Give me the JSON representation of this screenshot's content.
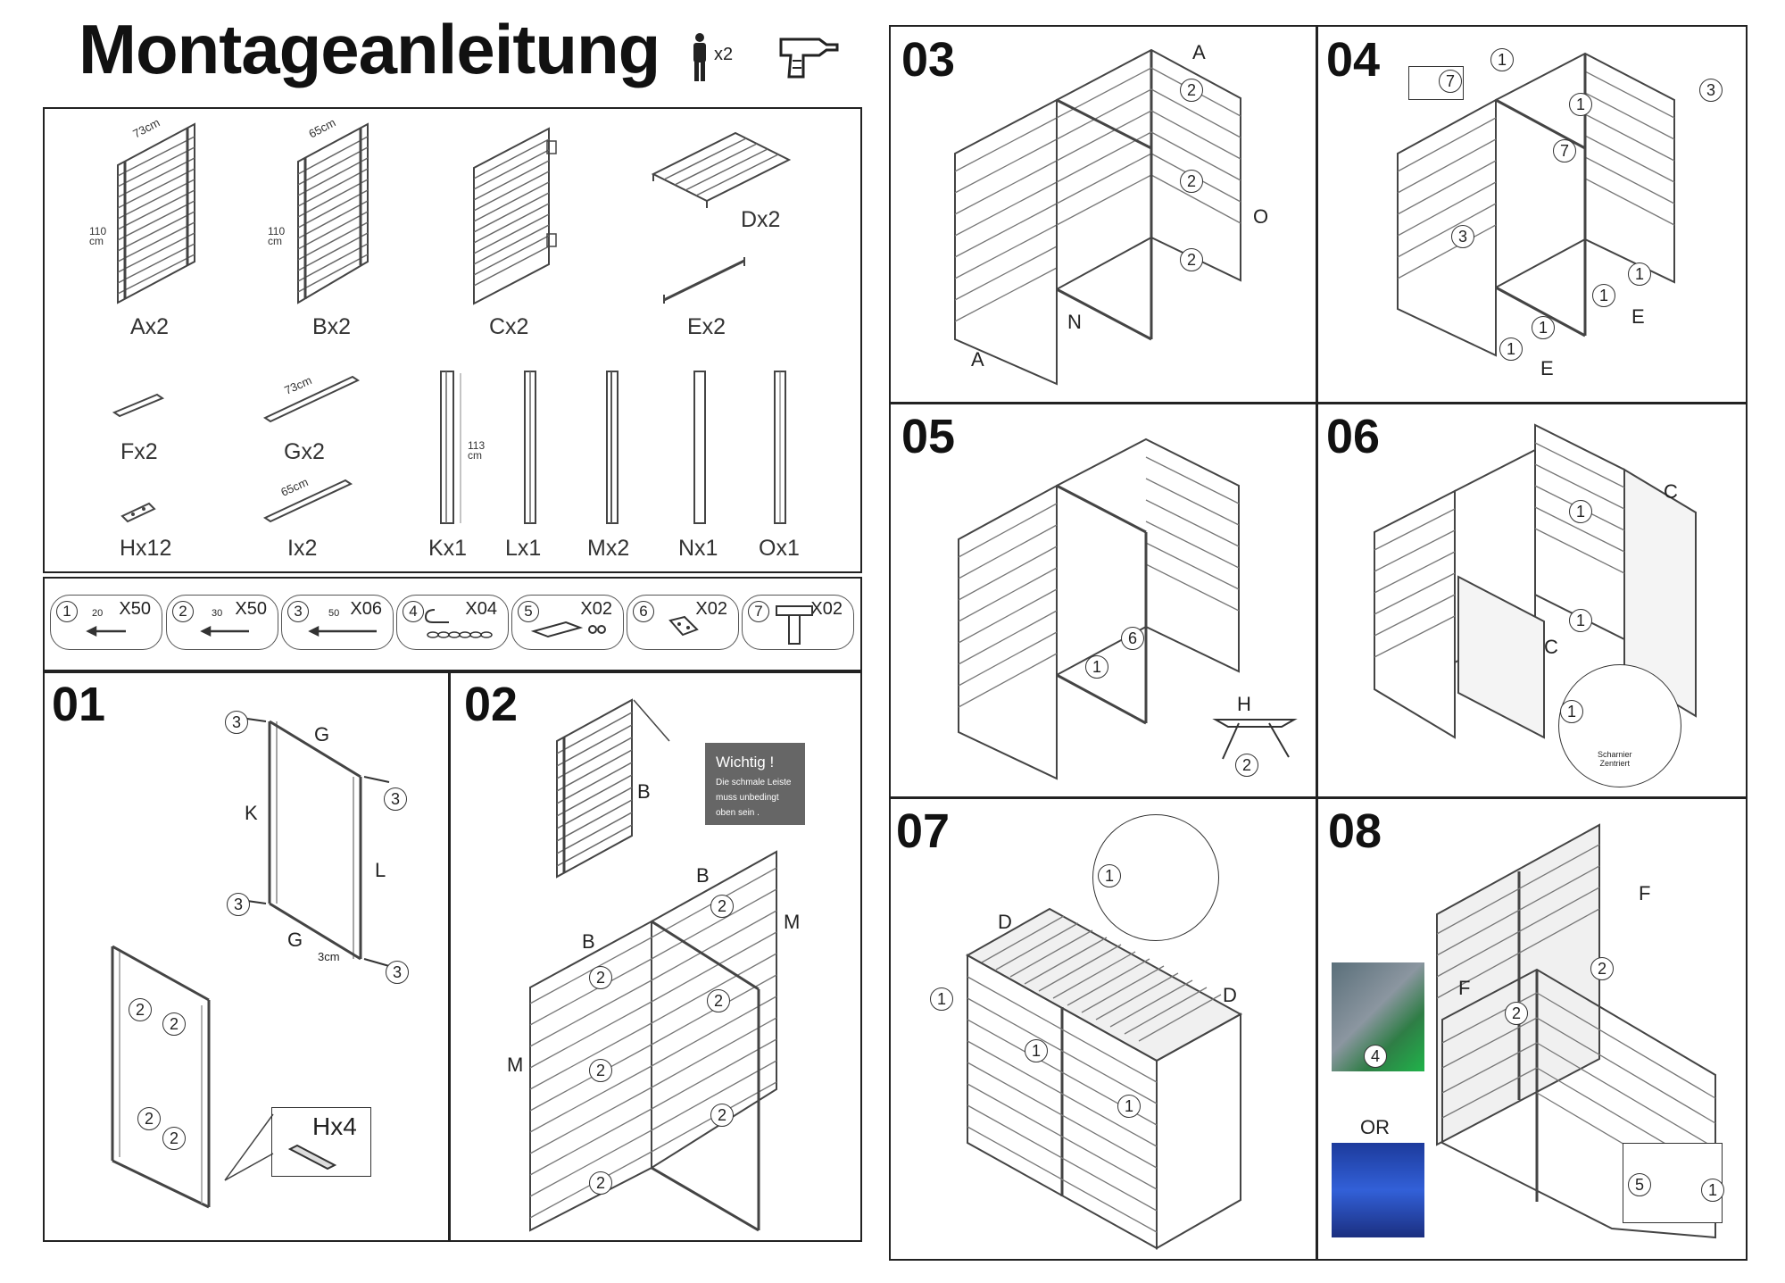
{
  "header": {
    "title": "Montageanleitung",
    "persons": "x2"
  },
  "parts": [
    {
      "label": "Ax2",
      "dim_w": "73cm",
      "dim_h": "110\ncm"
    },
    {
      "label": "Bx2",
      "dim_w": "65cm",
      "dim_h": "110\ncm"
    },
    {
      "label": "Cx2"
    },
    {
      "label": "Dx2"
    },
    {
      "label": "Ex2"
    },
    {
      "label": "Fx2"
    },
    {
      "label": "Gx2",
      "dim_w": "73cm"
    },
    {
      "label": "Hx12"
    },
    {
      "label": "Ix2",
      "dim_w": "65cm"
    },
    {
      "label": "Kx1",
      "dim_h": "113\ncm"
    },
    {
      "label": "Lx1"
    },
    {
      "label": "Mx2"
    },
    {
      "label": "Nx1"
    },
    {
      "label": "Ox1"
    }
  ],
  "hardware": [
    {
      "num": "1",
      "qty": "X50",
      "size": "20"
    },
    {
      "num": "2",
      "qty": "X50",
      "size": "30"
    },
    {
      "num": "3",
      "qty": "X06",
      "size": "50"
    },
    {
      "num": "4",
      "qty": "X04"
    },
    {
      "num": "5",
      "qty": "X02"
    },
    {
      "num": "6",
      "qty": "X02"
    },
    {
      "num": "7",
      "qty": "X02"
    }
  ],
  "steps": [
    {
      "num": "01",
      "labels": [
        "G",
        "K",
        "L",
        "G",
        "3cm",
        "Hx4"
      ]
    },
    {
      "num": "02",
      "labels": [
        "B",
        "B",
        "B",
        "M",
        "M"
      ],
      "note_title": "Wichtig !",
      "note_text": "Die schmale Leiste muss unbedingt oben sein ."
    },
    {
      "num": "03",
      "labels": [
        "A",
        "O",
        "N",
        "A"
      ]
    },
    {
      "num": "04",
      "labels": [
        "E",
        "E"
      ]
    },
    {
      "num": "05",
      "labels": [
        "H"
      ]
    },
    {
      "num": "06",
      "labels": [
        "C",
        "C"
      ],
      "hinge_note": "Scharnier\nZentriert"
    },
    {
      "num": "07",
      "labels": [
        "D",
        "D"
      ]
    },
    {
      "num": "08",
      "labels": [
        "F",
        "F"
      ],
      "or": "OR"
    }
  ]
}
